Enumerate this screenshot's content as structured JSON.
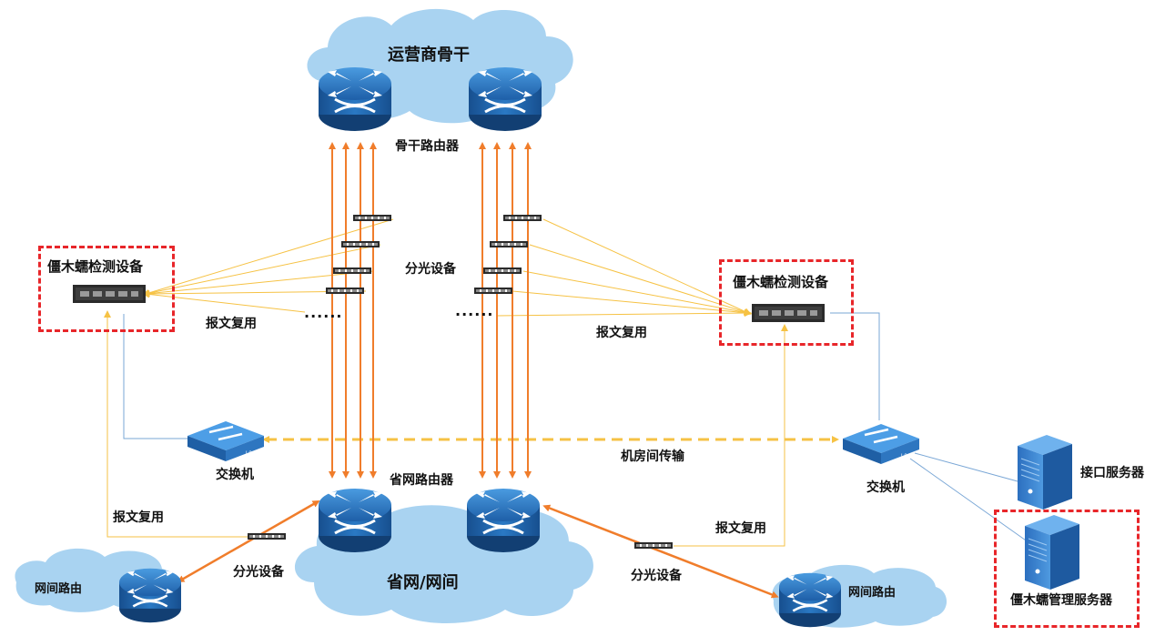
{
  "labels": {
    "backbone_cloud": "运营商骨干",
    "backbone_router": "骨干路由器",
    "splitter_center": "分光设备",
    "splitter_left_bottom": "分光设备",
    "splitter_right_bottom": "分光设备",
    "detector_left": "僵木蠕检测设备",
    "detector_right": "僵木蠕检测设备",
    "mux_left_top": "报文复用",
    "mux_right_mid": "报文复用",
    "mux_left_bottom": "报文复用",
    "mux_right_bottom": "报文复用",
    "switch_left": "交换机",
    "switch_right": "交换机",
    "transport": "机房间传输",
    "province_router": "省网路由器",
    "province_cloud": "省网/网间",
    "inter_router_left": "网间路由",
    "inter_router_right": "网间路由",
    "interface_server": "接口服务器",
    "mgmt_server": "僵木蠕管理服务器",
    "dots_left": "······",
    "dots_right": "······"
  },
  "colors": {
    "orange_link": "#f07d2b",
    "yellow_link": "#f6c244",
    "blue_link": "#7aa7d6",
    "highlight_box": "#e8262a",
    "cloud_fill": "#a9d3f1",
    "router_blue": "#1f6fb5"
  },
  "icons": {
    "router": "router-icon",
    "switch": "switch-icon",
    "server": "server-icon",
    "splitter": "splitter-icon",
    "detector": "detector-device-icon"
  }
}
